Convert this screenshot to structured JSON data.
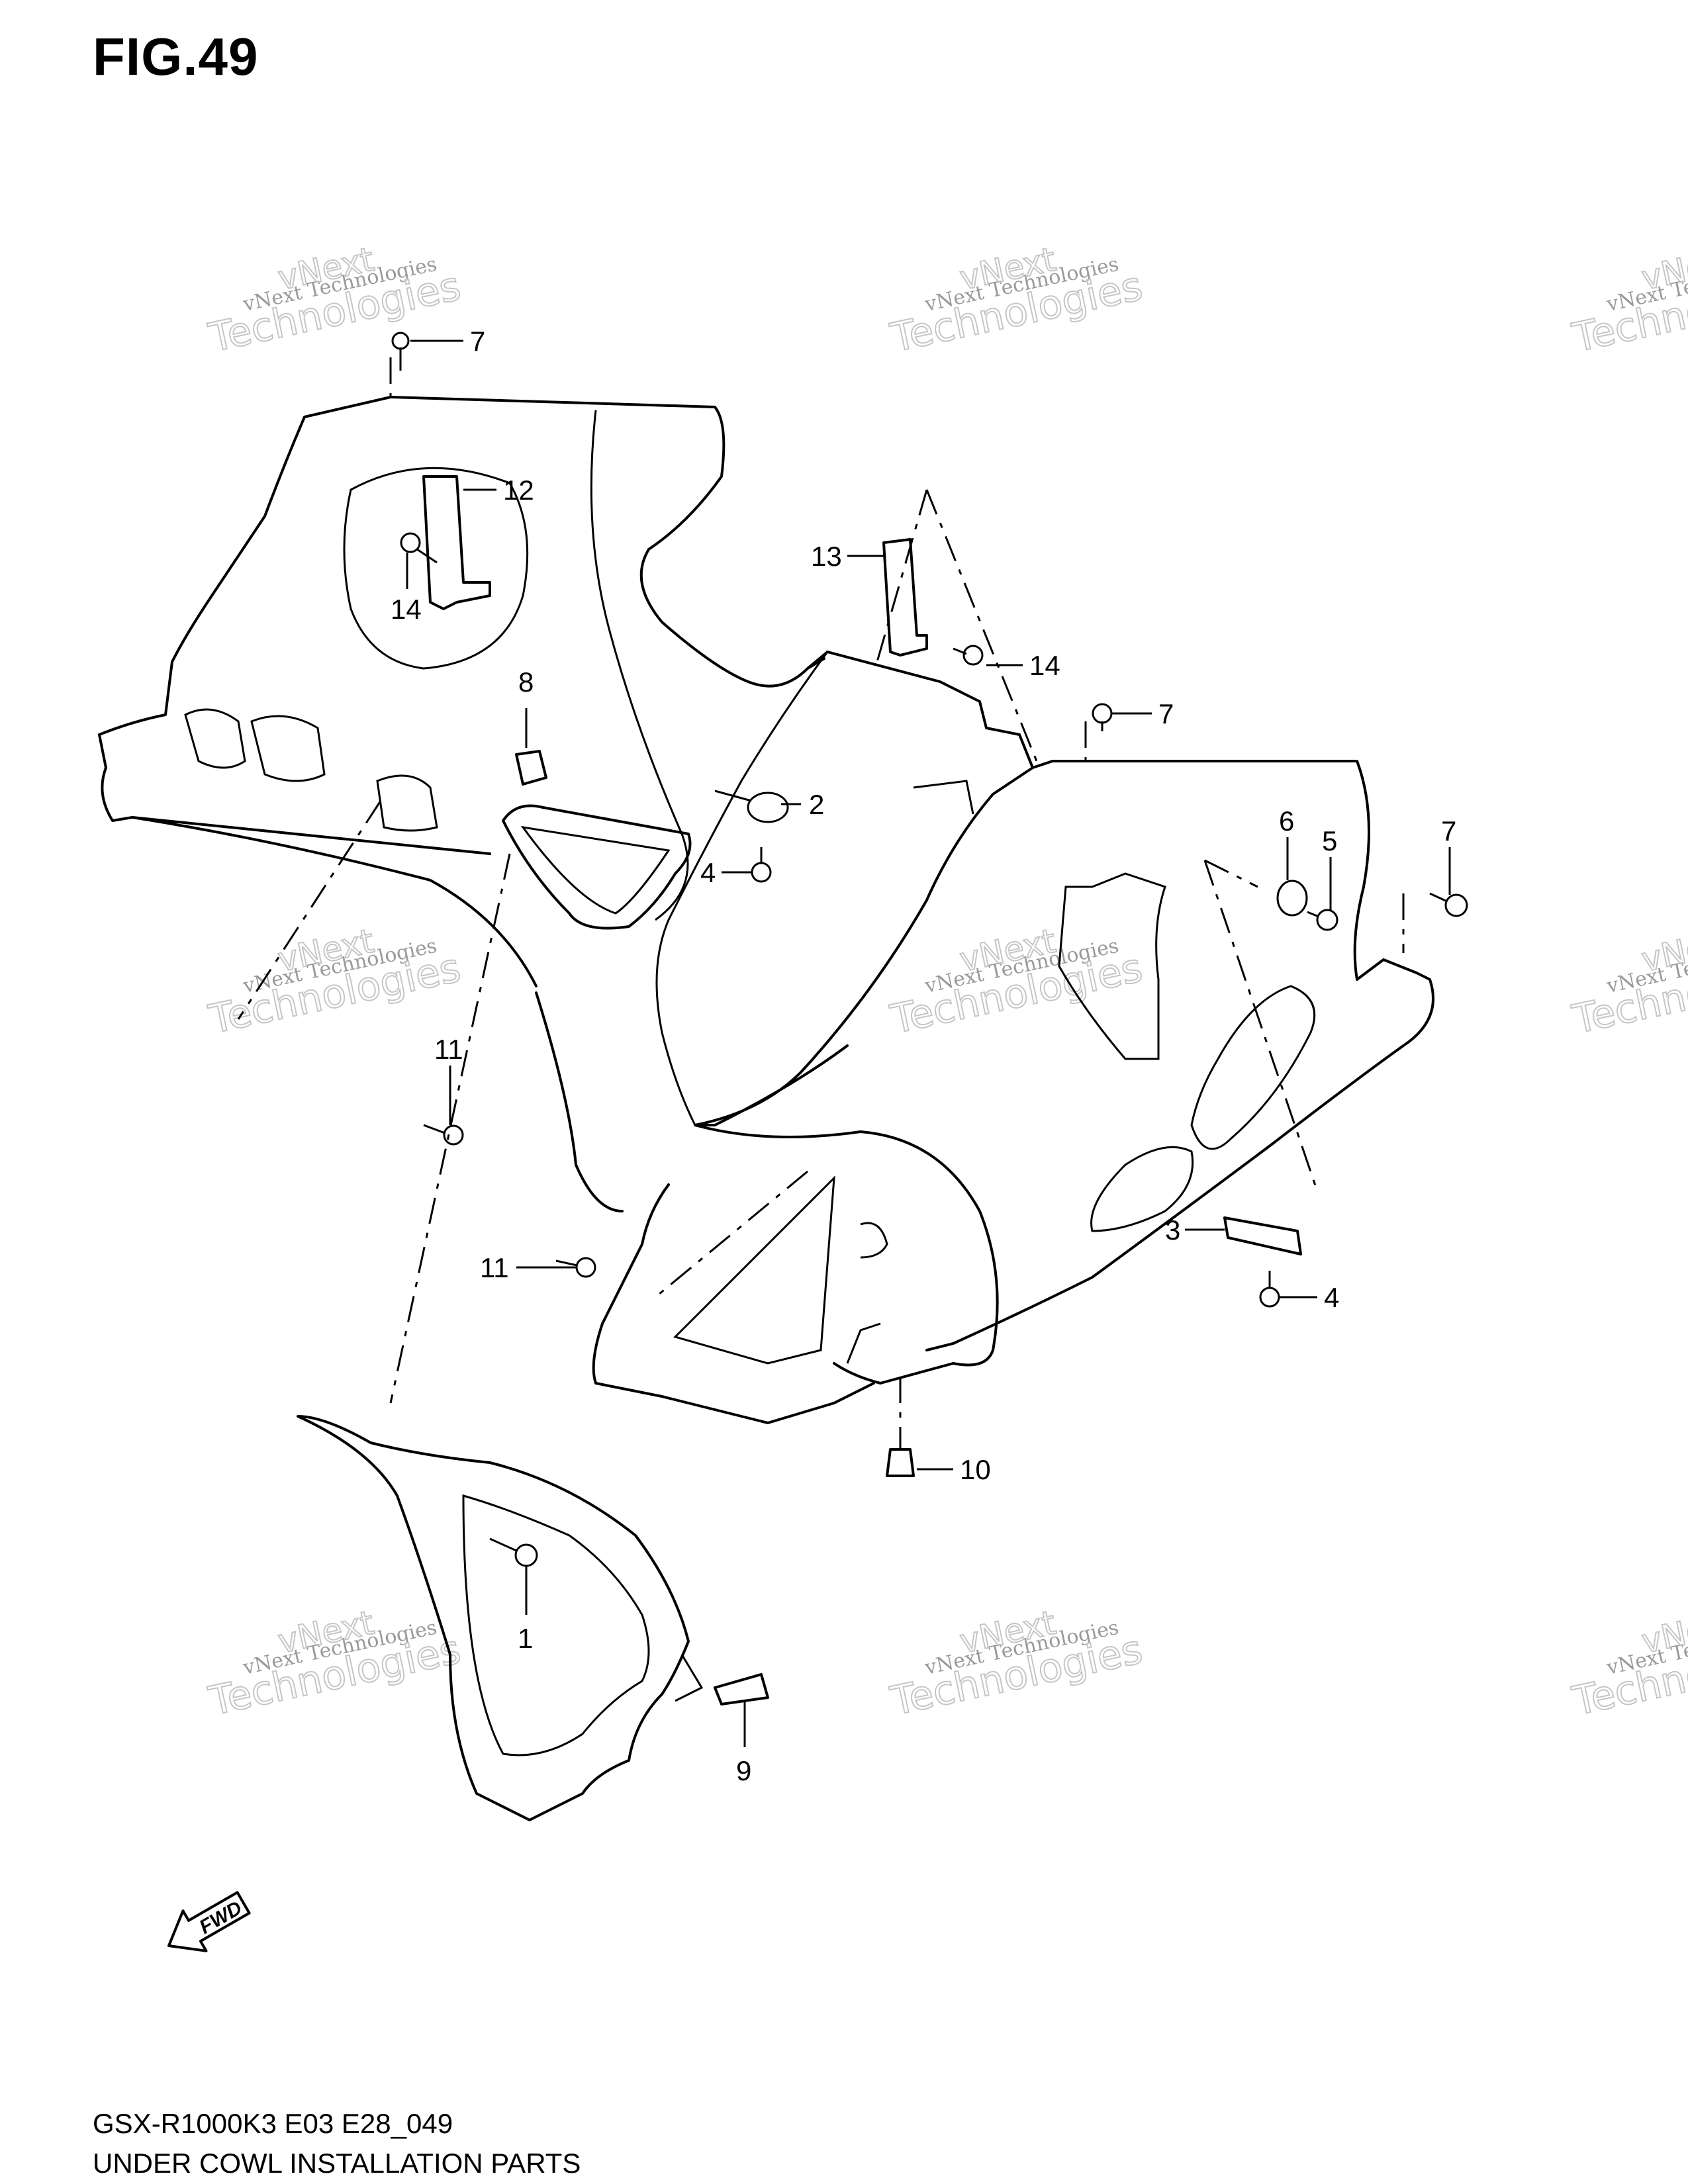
{
  "figure": {
    "title": "FIG.49",
    "model_code": "GSX-R1000K3 E03 E28_049",
    "caption": "UNDER COWL INSTALLATION PARTS"
  },
  "fwd_arrow": {
    "label": "FWD",
    "icon": "fwd-arrow-icon"
  },
  "watermark": {
    "line1": "vNext Technologies",
    "line2": "vNext",
    "line3": "Technologies"
  },
  "callouts": [
    "1",
    "2",
    "3",
    "4",
    "4",
    "5",
    "6",
    "7",
    "7",
    "7",
    "8",
    "9",
    "10",
    "11",
    "11",
    "12",
    "13",
    "14",
    "14"
  ]
}
